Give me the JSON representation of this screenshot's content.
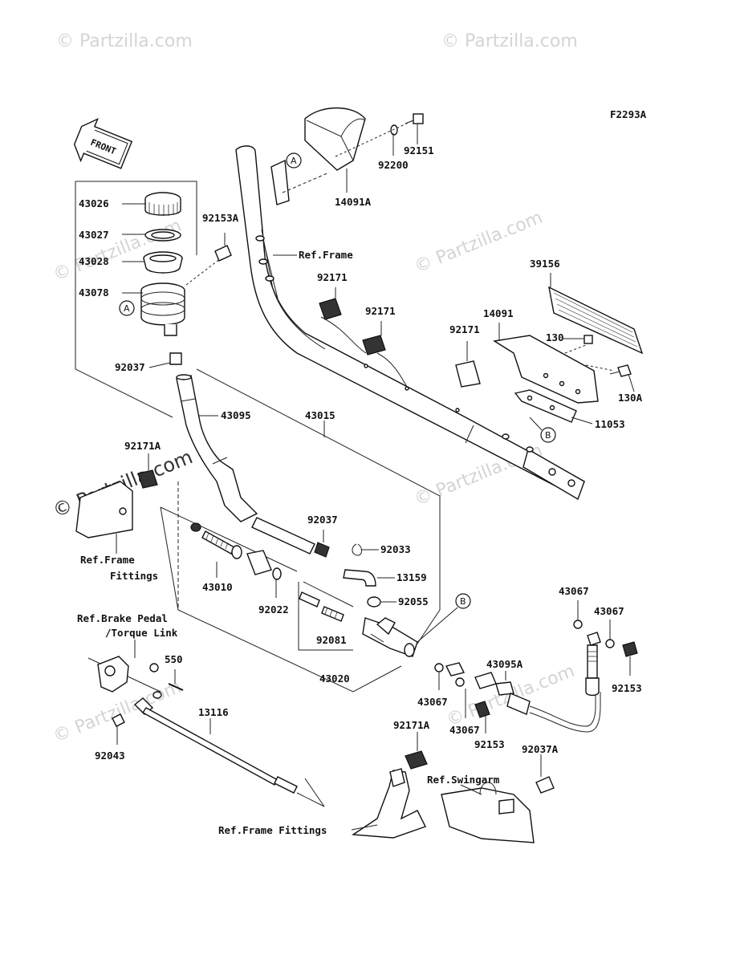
{
  "diagram_code": "F2293A",
  "watermark": "© Partzilla.com",
  "front_label": "FRONT",
  "ref_labels": {
    "A": "A",
    "B": "B"
  },
  "labels": {
    "p92151": "92151",
    "p92200": "92200",
    "p14091A": "14091A",
    "p43026": "43026",
    "p43027": "43027",
    "p43028": "43028",
    "p43078": "43078",
    "p92153A": "92153A",
    "p_ref_frame": "Ref.Frame",
    "p92171_a": "92171",
    "p92171_b": "92171",
    "p92171_c": "92171",
    "p39156": "39156",
    "p14091": "14091",
    "p130": "130",
    "p130A": "130A",
    "p11053": "11053",
    "p92037_a": "92037",
    "p43095": "43095",
    "p43015": "43015",
    "p92171A_a": "92171A",
    "p_ref_frame_fittings_1": "Ref.Frame",
    "p_ref_frame_fittings_2": "Fittings",
    "p43010": "43010",
    "p92022": "92022",
    "p92037_b": "92037",
    "p92033": "92033",
    "p13159": "13159",
    "p92055": "92055",
    "p92081": "92081",
    "p43020": "43020",
    "p_ref_brake_1": "Ref.Brake Pedal",
    "p_ref_brake_2": "/Torque Link",
    "p550": "550",
    "p13116": "13116",
    "p92043": "92043",
    "p43067_a": "43067",
    "p43067_b": "43067",
    "p43067_c": "43067",
    "p43067_d": "43067",
    "p43095A": "43095A",
    "p92153_a": "92153",
    "p92153_b": "92153",
    "p92171A_b": "92171A",
    "p92037A": "92037A",
    "p_ref_swingarm": "Ref.Swingarm",
    "p_ref_frame_fittings_full": "Ref.Frame Fittings"
  }
}
